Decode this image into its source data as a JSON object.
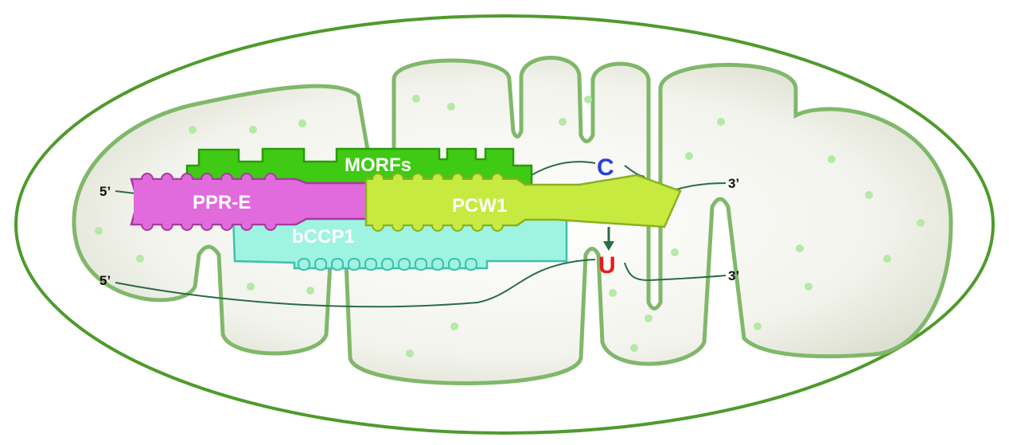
{
  "proteins": {
    "morfs": "MORFs",
    "ppr_e": "PPR-E",
    "pcw1": "PCW1",
    "bccp1": "bCCP1"
  },
  "rna": {
    "top": {
      "five_prime": "5’",
      "three_prime": "3’",
      "base": "C"
    },
    "bottom": {
      "five_prime": "5’",
      "three_prime": "3’",
      "base": "U"
    }
  },
  "colors": {
    "outer_membrane": "#4f9a2c",
    "inner_membrane": "#80b86a",
    "matrix": "#eceee4",
    "morfs": "#3fca14",
    "ppr_e": "#e16bdc",
    "pcw1": "#c6ea40",
    "bccp1": "#9ef4e0",
    "base_c": "#2a3fe0",
    "base_u": "#f01818",
    "rna_line": "#2b6a48"
  }
}
